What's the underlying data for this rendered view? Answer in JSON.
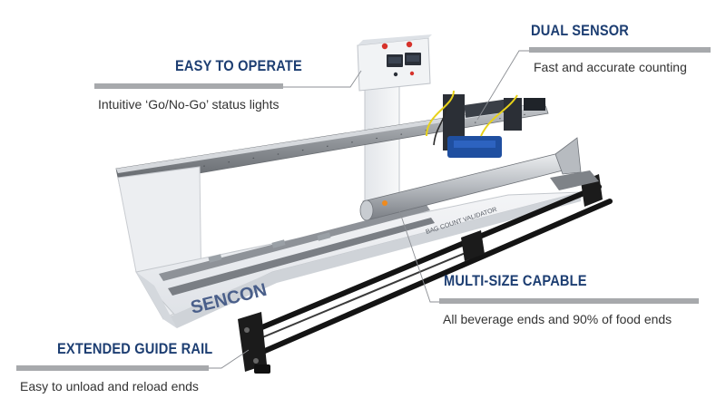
{
  "callouts": {
    "easy_to_operate": {
      "heading": "EASY TO OPERATE",
      "description": "Intuitive ‘Go/No-Go’ status lights"
    },
    "dual_sensor": {
      "heading": "DUAL SENSOR",
      "description": "Fast and accurate counting"
    },
    "multi_size": {
      "heading": "MULTI-SIZE CAPABLE",
      "description": "All beverage ends and 90% of food ends"
    },
    "extended_guide_rail": {
      "heading": "EXTENDED GUIDE RAIL",
      "description": "Easy to unload and reload ends"
    }
  },
  "machine": {
    "brand": "SENCON",
    "label": "BAG COUNT VALIDATOR"
  },
  "colors": {
    "heading": "#1d3e72",
    "bar": "#a7a9ac",
    "text": "#333333",
    "brand_text": "#4a5f8a",
    "indicator_red": "#d6322b",
    "sensor_blue": "#1f4fa0",
    "wire_yellow": "#e8d21a"
  }
}
